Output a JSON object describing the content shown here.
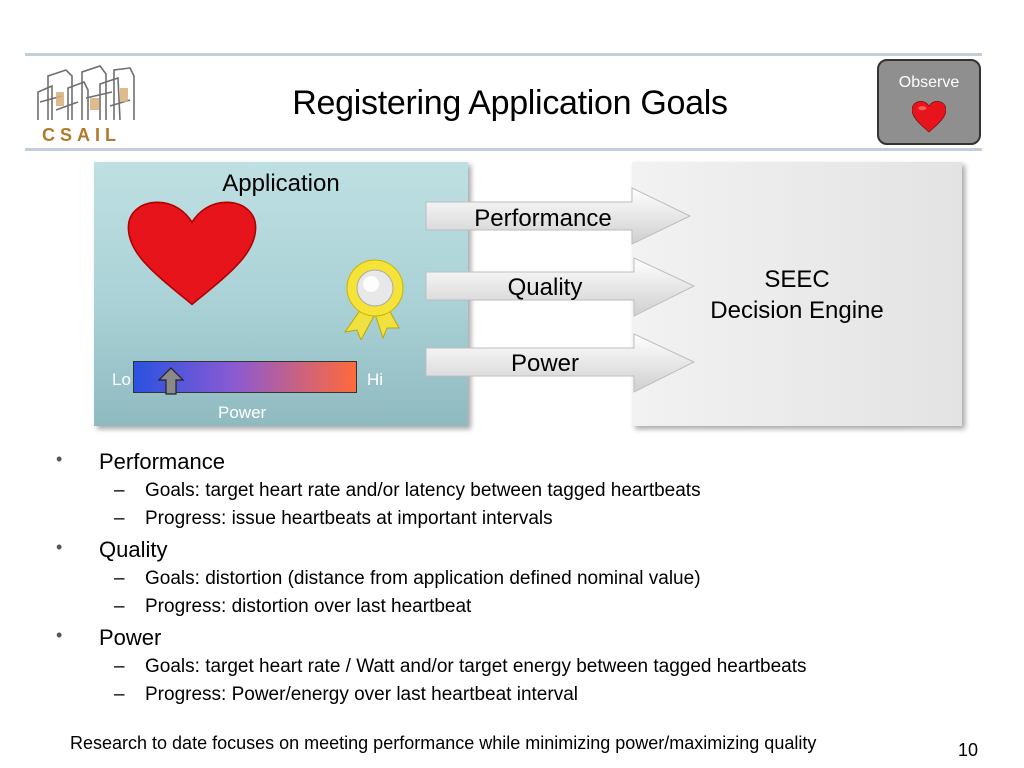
{
  "slide": {
    "title": "Registering Application Goals",
    "page_number": "10",
    "footer": "Research to date focuses on meeting performance while minimizing power/maximizing quality"
  },
  "logo": {
    "text": "CSAIL",
    "color": "#b07a2a"
  },
  "observe_badge": {
    "label": "Observe",
    "icon": "heart-icon"
  },
  "diagram": {
    "application_label": "Application",
    "engine_line1": "SEEC",
    "engine_line2": "Decision Engine",
    "arrows": [
      "Performance",
      "Quality",
      "Power"
    ],
    "power_meter": {
      "low_label": "Lo",
      "high_label": "Hi",
      "caption": "Power"
    },
    "colors": {
      "heart": "#e8141b",
      "ribbon": "#f5e33a",
      "app_panel": "#a9d1d6",
      "meter_low": "#2a52e0",
      "meter_high": "#ff6a3a"
    }
  },
  "bullets": [
    {
      "heading": "Performance",
      "items": [
        "Goals: target heart rate and/or latency between tagged heartbeats",
        "Progress: issue heartbeats at important intervals"
      ]
    },
    {
      "heading": "Quality",
      "items": [
        "Goals: distortion (distance from application defined nominal value)",
        "Progress: distortion over last heartbeat"
      ]
    },
    {
      "heading": "Power",
      "items": [
        "Goals: target heart rate / Watt and/or target energy between tagged heartbeats",
        "Progress: Power/energy over last heartbeat interval"
      ]
    }
  ],
  "glyphs": {
    "bullet": "•",
    "dash": "–"
  }
}
